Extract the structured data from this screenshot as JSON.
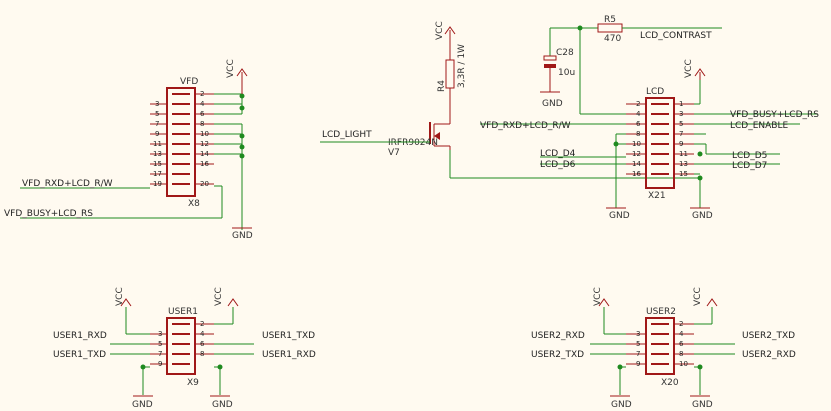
{
  "connectors": {
    "vfd": {
      "name": "VFD",
      "ref": "X8",
      "left_pins": [
        "3",
        "5",
        "7",
        "9",
        "11",
        "13",
        "15",
        "17",
        "19"
      ],
      "right_pins": [
        "2",
        "4",
        "6",
        "8",
        "10",
        "12",
        "14",
        "16",
        "20"
      ],
      "vcc": "VCC",
      "gnd": "GND"
    },
    "user1": {
      "name": "USER1",
      "ref": "X9",
      "left_pins": [
        "3",
        "5",
        "7",
        "9"
      ],
      "right_pins": [
        "2",
        "4",
        "6",
        "8"
      ],
      "vcc_left": "VCC",
      "vcc_right": "VCC",
      "gnd_left": "GND",
      "gnd_right": "GND"
    },
    "user2": {
      "name": "USER2",
      "ref": "X20",
      "left_pins": [
        "3",
        "5",
        "7",
        "9"
      ],
      "right_pins": [
        "2",
        "4",
        "6",
        "8",
        "10"
      ],
      "vcc_left": "VCC",
      "vcc_right": "VCC",
      "gnd_left": "GND",
      "gnd_right": "GND"
    },
    "lcd": {
      "name": "LCD",
      "ref": "X21",
      "left_pins": [
        "2",
        "4",
        "6",
        "8",
        "10",
        "12",
        "14",
        "16"
      ],
      "right_pins": [
        "1",
        "3",
        "5",
        "7",
        "9",
        "11",
        "13",
        "15"
      ],
      "vcc": "VCC",
      "gnd_left": "GND",
      "gnd_right": "GND"
    }
  },
  "nets": {
    "vfd_rxd_lcd_rw": "VFD_RXD+LCD_R/W",
    "vfd_busy_lcd_rs": "VFD_BUSY+LCD_RS",
    "lcd_light": "LCD_LIGHT",
    "lcd_contrast": "LCD_CONTRAST",
    "lcd_enable": "LCD_ENABLE",
    "lcd_d4": "LCD_D4",
    "lcd_d5": "LCD_D5",
    "lcd_d6": "LCD_D6",
    "lcd_d7": "LCD_D7",
    "user1_rxd": "USER1_RXD",
    "user1_txd": "USER1_TXD",
    "user2_rxd": "USER2_RXD",
    "user2_txd": "USER2_TXD"
  },
  "components": {
    "r4": {
      "name": "R4",
      "value": "3,3R / 1W"
    },
    "r5": {
      "name": "R5",
      "value": "470"
    },
    "c28": {
      "name": "C28",
      "value": "10u"
    },
    "v7": {
      "name": "V7",
      "value": "IRFR9024N"
    }
  },
  "power": {
    "vcc": "VCC",
    "gnd": "GND"
  }
}
